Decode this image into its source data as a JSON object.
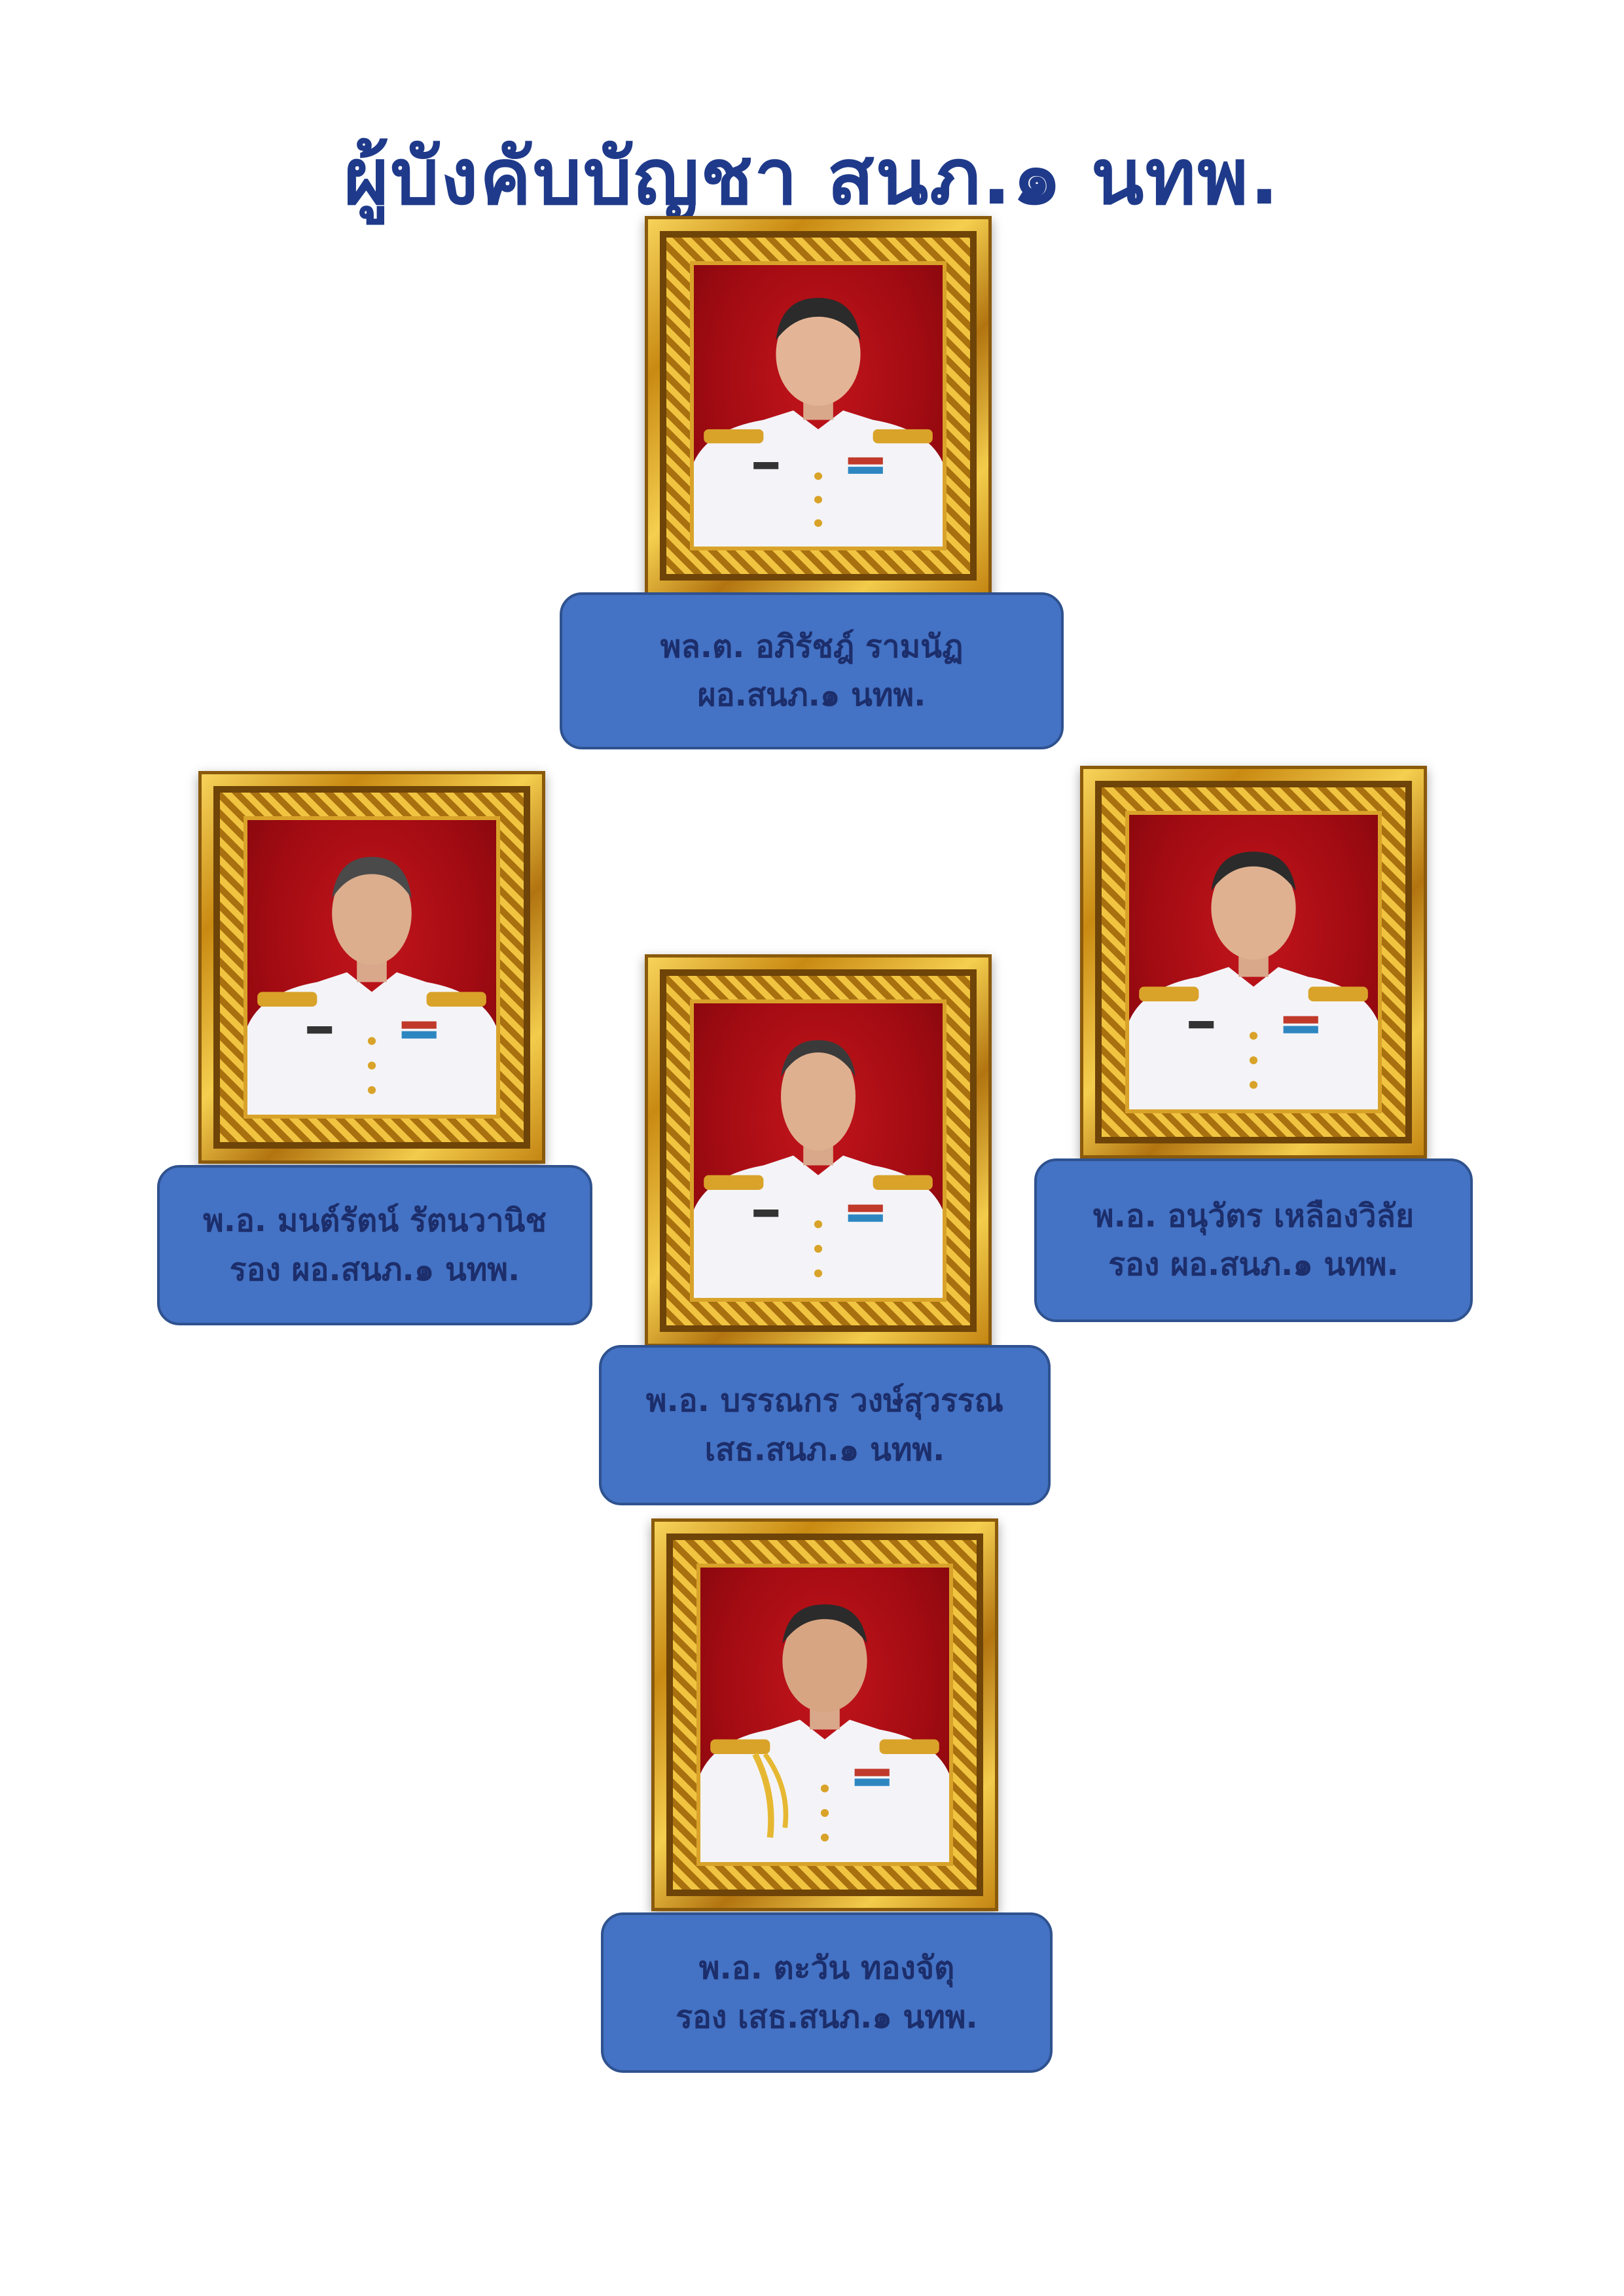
{
  "title": "ผู้บังคับบัญชา สนภ.๑ นทพ.",
  "colors": {
    "title": "#1f3a8a",
    "caption_fill": "#4472c4",
    "caption_border": "#2f528f",
    "caption_text": "#1c2e6b",
    "photo_background": "#a10b12",
    "frame_gold": "#d9a32a"
  },
  "people": [
    {
      "name": "พล.ต. อภิรัชฎ์  รามนัฏ",
      "position": "ผอ.สนภ.๑ นทพ."
    },
    {
      "name": "พ.อ. มนต์รัตน์  รัตนวานิช",
      "position": "รอง ผอ.สนภ.๑ นทพ."
    },
    {
      "name": "พ.อ. บรรณกร  วงษ์สุวรรณ",
      "position": "เสธ.สนภ.๑ นทพ."
    },
    {
      "name": "พ.อ. อนุวัตร  เหลืองวิลัย",
      "position": "รอง ผอ.สนภ.๑ นทพ."
    },
    {
      "name": "พ.อ. ตะวัน  ทองจัตุ",
      "position": "รอง เสธ.สนภ.๑ นทพ."
    }
  ]
}
